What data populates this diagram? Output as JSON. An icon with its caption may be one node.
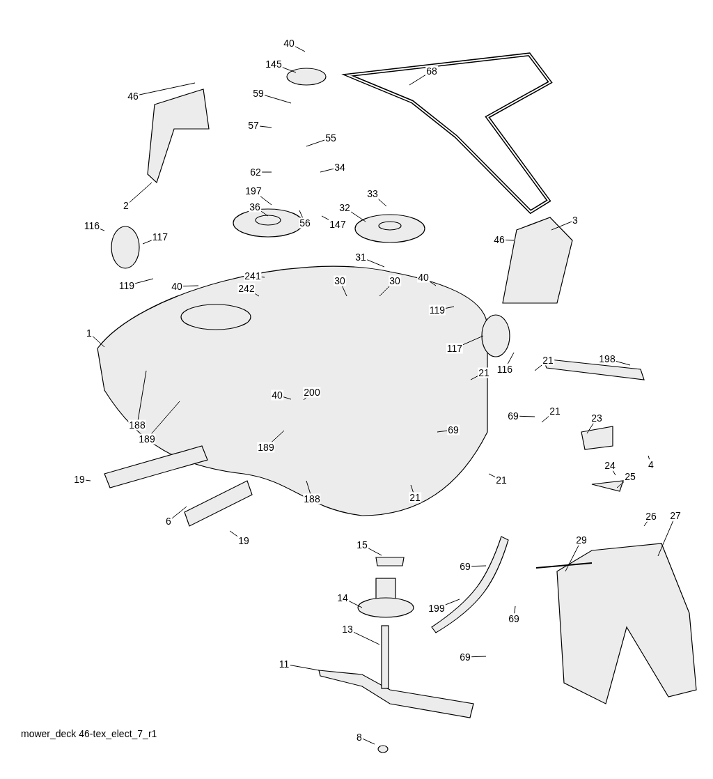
{
  "diagram": {
    "caption": "mower_deck 46-tex_elect_7_r1",
    "nodes": [
      {
        "text": [
          "40"
        ]
      },
      {
        "text": [
          "145"
        ]
      },
      {
        "text": [
          "68"
        ]
      },
      {
        "text": [
          "46"
        ]
      },
      {
        "text": [
          "59"
        ]
      },
      {
        "text": [
          "57"
        ]
      },
      {
        "text": [
          "55"
        ]
      },
      {
        "text": [
          "34"
        ]
      },
      {
        "text": [
          "62"
        ]
      },
      {
        "text": [
          "197"
        ]
      },
      {
        "text": [
          "2"
        ]
      },
      {
        "text": [
          "33"
        ]
      },
      {
        "text": [
          "147"
        ]
      },
      {
        "text": [
          "32"
        ]
      },
      {
        "text": [
          "36"
        ]
      },
      {
        "text": [
          "56"
        ]
      },
      {
        "text": [
          "3"
        ]
      },
      {
        "text": [
          "46"
        ]
      },
      {
        "text": [
          "116"
        ]
      },
      {
        "text": [
          "117"
        ]
      },
      {
        "text": [
          "31"
        ]
      },
      {
        "text": [
          "119"
        ]
      },
      {
        "text": [
          "40"
        ]
      },
      {
        "text": [
          "241"
        ]
      },
      {
        "text": [
          "242"
        ]
      },
      {
        "text": [
          "30"
        ]
      },
      {
        "text": [
          "30"
        ]
      },
      {
        "text": [
          "40"
        ]
      },
      {
        "text": [
          "119"
        ]
      },
      {
        "text": [
          "117"
        ]
      },
      {
        "text": [
          "116"
        ]
      },
      {
        "text": [
          "1"
        ]
      },
      {
        "text": [
          "21"
        ]
      },
      {
        "text": [
          "21"
        ]
      },
      {
        "text": [
          "198"
        ]
      },
      {
        "text": [
          "69"
        ]
      },
      {
        "text": [
          "21"
        ]
      },
      {
        "text": [
          "23"
        ]
      },
      {
        "text": [
          "69"
        ]
      },
      {
        "text": [
          "200"
        ]
      },
      {
        "text": [
          "40"
        ]
      },
      {
        "text": [
          "188"
        ]
      },
      {
        "text": [
          "189"
        ]
      },
      {
        "text": [
          "189"
        ]
      },
      {
        "text": [
          "19"
        ]
      },
      {
        "text": [
          "6"
        ]
      },
      {
        "text": [
          "21"
        ]
      },
      {
        "text": [
          "21"
        ]
      },
      {
        "text": [
          "188"
        ]
      },
      {
        "text": [
          "24"
        ]
      },
      {
        "text": [
          "25"
        ]
      },
      {
        "text": [
          "4"
        ]
      },
      {
        "text": [
          "26"
        ]
      },
      {
        "text": [
          "27"
        ]
      },
      {
        "text": [
          "29"
        ]
      },
      {
        "text": [
          "19"
        ]
      },
      {
        "text": [
          "15"
        ]
      },
      {
        "text": [
          "69"
        ]
      },
      {
        "text": [
          "14"
        ]
      },
      {
        "text": [
          "199"
        ]
      },
      {
        "text": [
          "69"
        ]
      },
      {
        "text": [
          "13"
        ]
      },
      {
        "text": [
          "69"
        ]
      },
      {
        "text": [
          "11"
        ]
      },
      {
        "text": [
          "8"
        ]
      }
    ],
    "edges": [
      {
        "from": 0,
        "to": null,
        "arrow": "none"
      },
      {
        "from": 1,
        "to": null,
        "arrow": "none"
      },
      {
        "from": 2,
        "to": null,
        "arrow": "none"
      },
      {
        "from": 3,
        "to": null,
        "arrow": "none"
      },
      {
        "from": 4,
        "to": null,
        "arrow": "none"
      },
      {
        "from": 5,
        "to": null,
        "arrow": "none"
      },
      {
        "from": 6,
        "to": null,
        "arrow": "none"
      },
      {
        "from": 7,
        "to": null,
        "arrow": "none"
      },
      {
        "from": 8,
        "to": null,
        "arrow": "none"
      },
      {
        "from": 9,
        "to": null,
        "arrow": "none"
      },
      {
        "from": 10,
        "to": null,
        "arrow": "none"
      },
      {
        "from": 11,
        "to": null,
        "arrow": "none"
      },
      {
        "from": 12,
        "to": null,
        "arrow": "none"
      },
      {
        "from": 13,
        "to": null,
        "arrow": "none"
      },
      {
        "from": 14,
        "to": null,
        "arrow": "none"
      },
      {
        "from": 15,
        "to": null,
        "arrow": "none"
      },
      {
        "from": 16,
        "to": null,
        "arrow": "none"
      },
      {
        "from": 17,
        "to": null,
        "arrow": "none"
      },
      {
        "from": 18,
        "to": null,
        "arrow": "none"
      },
      {
        "from": 19,
        "to": null,
        "arrow": "none"
      },
      {
        "from": 20,
        "to": null,
        "arrow": "none"
      },
      {
        "from": 21,
        "to": null,
        "arrow": "none"
      },
      {
        "from": 22,
        "to": null,
        "arrow": "none"
      },
      {
        "from": 23,
        "to": null,
        "arrow": "none"
      },
      {
        "from": 24,
        "to": null,
        "arrow": "none"
      },
      {
        "from": 25,
        "to": null,
        "arrow": "none"
      },
      {
        "from": 26,
        "to": null,
        "arrow": "none"
      },
      {
        "from": 27,
        "to": null,
        "arrow": "none"
      },
      {
        "from": 28,
        "to": null,
        "arrow": "none"
      },
      {
        "from": 29,
        "to": null,
        "arrow": "none"
      },
      {
        "from": 30,
        "to": null,
        "arrow": "none"
      },
      {
        "from": 31,
        "to": null,
        "arrow": "none"
      },
      {
        "from": 32,
        "to": null,
        "arrow": "none"
      },
      {
        "from": 33,
        "to": null,
        "arrow": "none"
      },
      {
        "from": 34,
        "to": null,
        "arrow": "none"
      },
      {
        "from": 35,
        "to": null,
        "arrow": "none"
      },
      {
        "from": 36,
        "to": null,
        "arrow": "none"
      },
      {
        "from": 37,
        "to": null,
        "arrow": "none"
      },
      {
        "from": 38,
        "to": null,
        "arrow": "none"
      },
      {
        "from": 39,
        "to": null,
        "arrow": "none"
      },
      {
        "from": 40,
        "to": null,
        "arrow": "none"
      },
      {
        "from": 41,
        "to": null,
        "arrow": "none"
      },
      {
        "from": 42,
        "to": null,
        "arrow": "none"
      },
      {
        "from": 43,
        "to": null,
        "arrow": "none"
      },
      {
        "from": 44,
        "to": null,
        "arrow": "none"
      },
      {
        "from": 45,
        "to": null,
        "arrow": "none"
      },
      {
        "from": 46,
        "to": null,
        "arrow": "none"
      },
      {
        "from": 47,
        "to": null,
        "arrow": "none"
      },
      {
        "from": 48,
        "to": null,
        "arrow": "none"
      },
      {
        "from": 49,
        "to": null,
        "arrow": "none"
      },
      {
        "from": 50,
        "to": null,
        "arrow": "none"
      },
      {
        "from": 51,
        "to": null,
        "arrow": "none"
      },
      {
        "from": 52,
        "to": null,
        "arrow": "none"
      },
      {
        "from": 53,
        "to": null,
        "arrow": "none"
      },
      {
        "from": 54,
        "to": null,
        "arrow": "none"
      },
      {
        "from": 55,
        "to": null,
        "arrow": "none"
      },
      {
        "from": 56,
        "to": null,
        "arrow": "none"
      },
      {
        "from": 57,
        "to": null,
        "arrow": "none"
      },
      {
        "from": 58,
        "to": null,
        "arrow": "none"
      },
      {
        "from": 59,
        "to": null,
        "arrow": "none"
      },
      {
        "from": 60,
        "to": null,
        "arrow": "none"
      },
      {
        "from": 61,
        "to": null,
        "arrow": "none"
      },
      {
        "from": 62,
        "to": null,
        "arrow": "none"
      },
      {
        "from": 63,
        "to": null,
        "arrow": "none"
      },
      {
        "from": 64,
        "to": null,
        "arrow": "none"
      }
    ]
  }
}
